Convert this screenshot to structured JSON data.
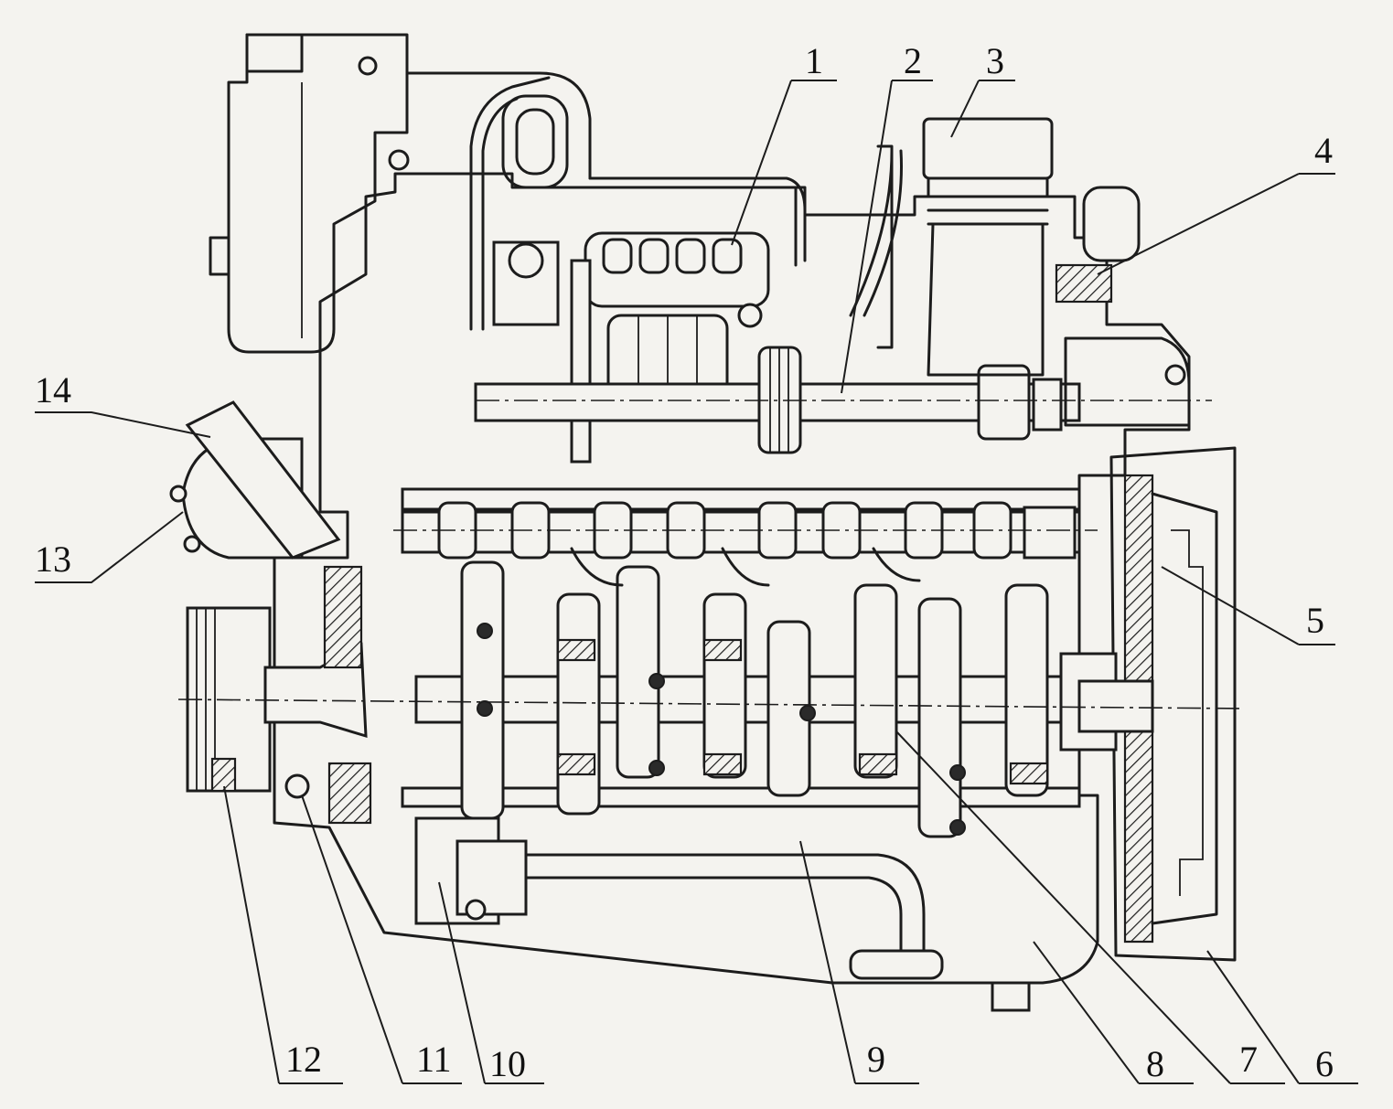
{
  "callouts": [
    {
      "id": "1",
      "text": "1"
    },
    {
      "id": "2",
      "text": "2"
    },
    {
      "id": "3",
      "text": "3"
    },
    {
      "id": "4",
      "text": "4"
    },
    {
      "id": "5",
      "text": "5"
    },
    {
      "id": "6",
      "text": "6"
    },
    {
      "id": "7",
      "text": "7"
    },
    {
      "id": "8",
      "text": "8"
    },
    {
      "id": "9",
      "text": "9"
    },
    {
      "id": "10",
      "text": "10"
    },
    {
      "id": "11",
      "text": "11"
    },
    {
      "id": "12",
      "text": "12"
    },
    {
      "id": "13",
      "text": "13"
    },
    {
      "id": "14",
      "text": "14"
    }
  ],
  "colors": {
    "ink": "#1c1c1c",
    "paper": "#f4f3ef"
  }
}
